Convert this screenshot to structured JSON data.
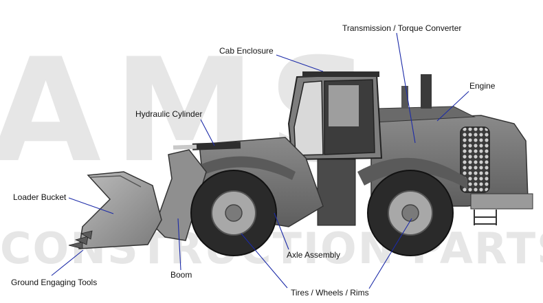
{
  "watermark": {
    "top_text": "AMS",
    "bottom_text": "CONSTRUCTION PARTS"
  },
  "colors": {
    "leader_line": "#1b2aa8",
    "label_text": "#111111",
    "watermark": "#e6e6e6"
  },
  "labels": {
    "transmission": "Transmission / Torque Converter",
    "cab_enclosure": "Cab Enclosure",
    "engine": "Engine",
    "hydraulic_cylinder": "Hydraulic Cylinder",
    "loader_bucket": "Loader Bucket",
    "axle_assembly": "Axle Assembly",
    "ground_engaging_tools": "Ground Engaging Tools",
    "boom": "Boom",
    "tires_wheels_rims": "Tires / Wheels / Rims"
  }
}
